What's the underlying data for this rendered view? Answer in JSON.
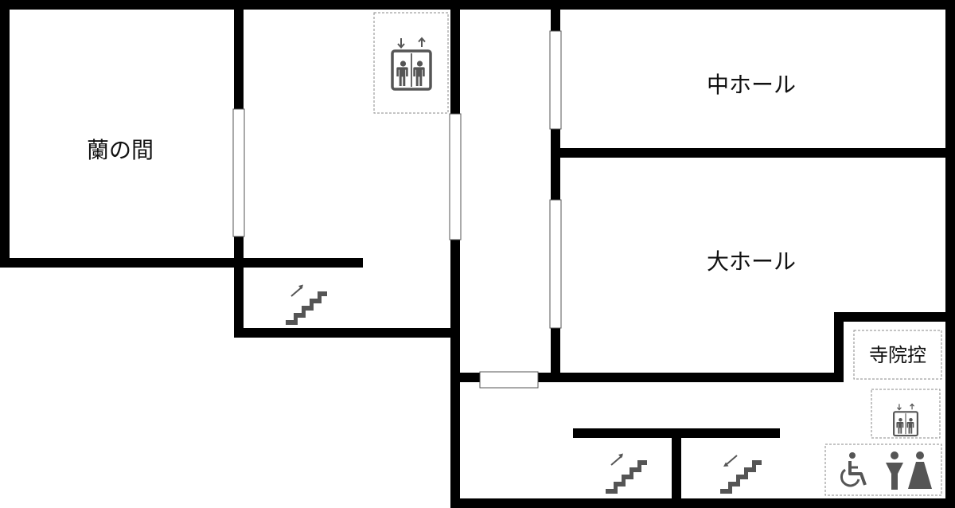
{
  "rooms": {
    "ran_no_ma": "蘭の間",
    "naka_hall": "中ホール",
    "dai_hall": "大ホール",
    "jiin_hikae": "寺院控"
  },
  "icons": {
    "elevator": "elevator-icon",
    "stairs_up": "stairs-up-icon",
    "stairs_down": "stairs-down-icon",
    "wheelchair": "wheelchair-icon",
    "restroom_male": "male-restroom-icon",
    "restroom_female": "female-restroom-icon"
  },
  "colors": {
    "wall": "#000000",
    "icon": "#555555",
    "dashed_border": "#888888",
    "background": "#ffffff"
  }
}
